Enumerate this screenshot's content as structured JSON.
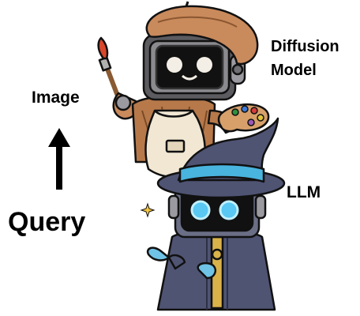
{
  "labels": {
    "image": "Image",
    "query": "Query",
    "diffusion_line1": "Diffusion",
    "diffusion_line2": "Model",
    "llm": "LLM"
  },
  "colors": {
    "beret": "#c98a5c",
    "robot_head": "#4a4a4f",
    "apron": "#f1e7d3",
    "wizard_hat": "#4f5473",
    "hat_band": "#49b4de",
    "wizard_eyes": "#59c8f2",
    "arrow": "#000000"
  },
  "icons": [
    "painter-robot-illustration",
    "wizard-robot-illustration",
    "paintbrush-icon",
    "palette-icon",
    "sparkle-icon",
    "up-arrow-icon"
  ]
}
